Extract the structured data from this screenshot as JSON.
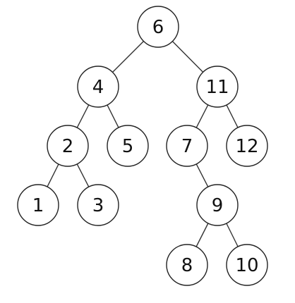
{
  "tree": {
    "nodes": [
      {
        "id": "n6",
        "label": "6"
      },
      {
        "id": "n4",
        "label": "4"
      },
      {
        "id": "n11",
        "label": "11"
      },
      {
        "id": "n2",
        "label": "2"
      },
      {
        "id": "n5",
        "label": "5"
      },
      {
        "id": "n7",
        "label": "7"
      },
      {
        "id": "n12",
        "label": "12"
      },
      {
        "id": "n1",
        "label": "1"
      },
      {
        "id": "n3",
        "label": "3"
      },
      {
        "id": "n9",
        "label": "9"
      },
      {
        "id": "n8",
        "label": "8"
      },
      {
        "id": "n10",
        "label": "10"
      }
    ],
    "edges": [
      {
        "from": "n6",
        "to": "n4"
      },
      {
        "from": "n6",
        "to": "n11"
      },
      {
        "from": "n4",
        "to": "n2"
      },
      {
        "from": "n4",
        "to": "n5"
      },
      {
        "from": "n11",
        "to": "n7"
      },
      {
        "from": "n11",
        "to": "n12"
      },
      {
        "from": "n2",
        "to": "n1"
      },
      {
        "from": "n2",
        "to": "n3"
      },
      {
        "from": "n7",
        "to": "n9"
      },
      {
        "from": "n9",
        "to": "n8"
      },
      {
        "from": "n9",
        "to": "n10"
      }
    ]
  }
}
